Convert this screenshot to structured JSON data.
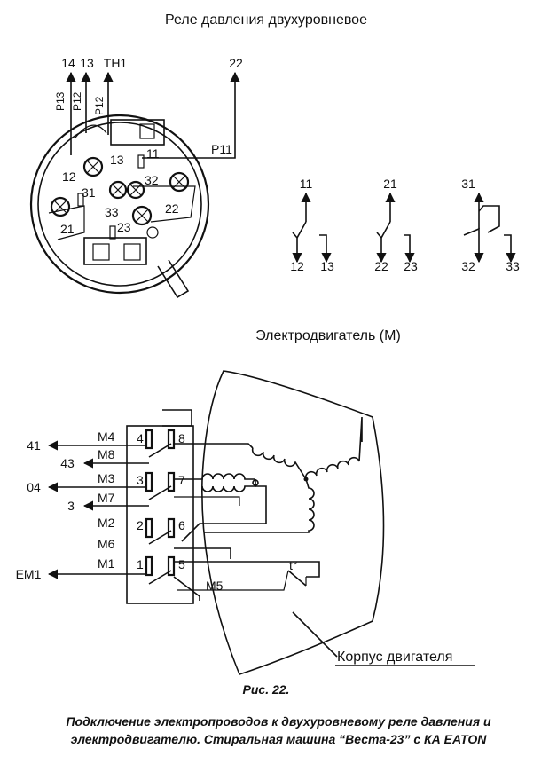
{
  "relay": {
    "title": "Реле давления двухуровневое",
    "top_terminals": [
      "14",
      "13",
      "TH1",
      "22"
    ],
    "wire_labels": [
      "P13",
      "P12",
      "P12",
      "P11"
    ],
    "body_numbers": [
      "12",
      "13",
      "11",
      "31",
      "32",
      "33",
      "21",
      "23",
      "22"
    ],
    "contact_groups": [
      {
        "common": "11",
        "nc": "12",
        "no": "13"
      },
      {
        "common": "21",
        "nc": "22",
        "no": "23"
      },
      {
        "common": "31",
        "nc": "32",
        "no": "33"
      }
    ]
  },
  "motor": {
    "title": "Электродвигатель (М)",
    "external_wires": [
      "41",
      "43",
      "04",
      "3",
      "EM1"
    ],
    "wire_marks": [
      "M4",
      "M8",
      "M3",
      "M7",
      "M2",
      "M6",
      "M1",
      "M5"
    ],
    "block_left": [
      "4",
      "3",
      "2",
      "1"
    ],
    "block_right": [
      "8",
      "7",
      "6",
      "5"
    ],
    "thermal_label": "t°",
    "housing_label": "Корпус двигателя"
  },
  "caption": {
    "fig": "Рис. 22.",
    "line1": "Подключение электропроводов к двухуровневому реле давления и",
    "line2": "электродвигателю. Стиральная машина “Веста-23” с КА EATON"
  }
}
